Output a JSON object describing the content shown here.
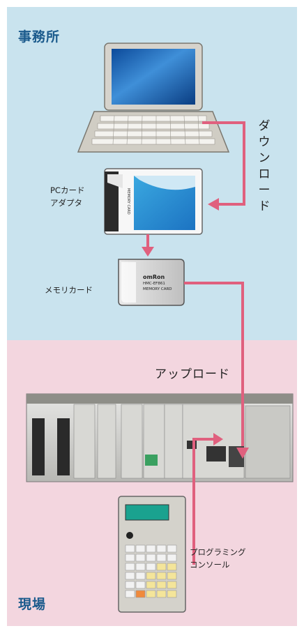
{
  "zones": {
    "office": {
      "title": "事務所"
    },
    "site": {
      "title": "現場"
    }
  },
  "labels": {
    "download": "ダウンロード",
    "pc_card_adapter_line1": "PCカード",
    "pc_card_adapter_line2": "アダプタ",
    "memory_card": "メモリカード",
    "upload": "アップロード",
    "programming_console_line1": "プログラミング",
    "programming_console_line2": "コンソール"
  },
  "device_text": {
    "memory_card_brand": "omRon",
    "memory_card_model": "HMC-EF861",
    "memory_card_name": "MEMORY CARD",
    "adapter_card_label": "MEMORY CARD"
  },
  "colors": {
    "office_bg": "#c9e3ee",
    "site_bg": "#f3d6df",
    "arrow": "#e0607e",
    "title": "#1a5a8c"
  }
}
